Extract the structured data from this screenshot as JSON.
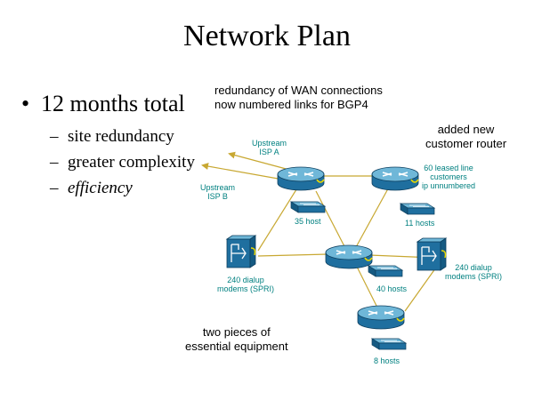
{
  "slide": {
    "title": "Network Plan",
    "bullet": "12 months total",
    "sub_items": [
      {
        "text": "site redundancy",
        "italic": false
      },
      {
        "text": "greater complexity",
        "italic": false
      },
      {
        "text": "efficiency",
        "italic": true
      }
    ],
    "notes": {
      "wan_line1": "redundancy of WAN connections",
      "wan_line2": "now numbered links for BGP4",
      "router_line1": "added new",
      "router_line2": "customer router",
      "equip_line1": "two pieces of",
      "equip_line2": "essential equipment"
    }
  },
  "diagram": {
    "labels": {
      "isp_a_1": "Upstream",
      "isp_a_2": "ISP A",
      "isp_b_1": "Upstream",
      "isp_b_2": "ISP B",
      "leased_1": "60 leased line",
      "leased_2": "customers",
      "leased_3": "ip unnumbered",
      "hosts_35": "35 host",
      "hosts_11": "11 hosts",
      "dialup_left_1": "240 dialup",
      "dialup_left_2": "modems (SPRI)",
      "dialup_right_1": "240 dialup",
      "dialup_right_2": "modems (SPRI)",
      "hosts_40": "40 hosts",
      "hosts_8": "8 hosts"
    },
    "colors": {
      "link": "#c8a832",
      "device": "#1f6f9f",
      "device_top": "#6fb7d8",
      "label": "#008080"
    },
    "icons": [
      "router-icon",
      "switch-icon",
      "modem-bank-icon"
    ]
  }
}
